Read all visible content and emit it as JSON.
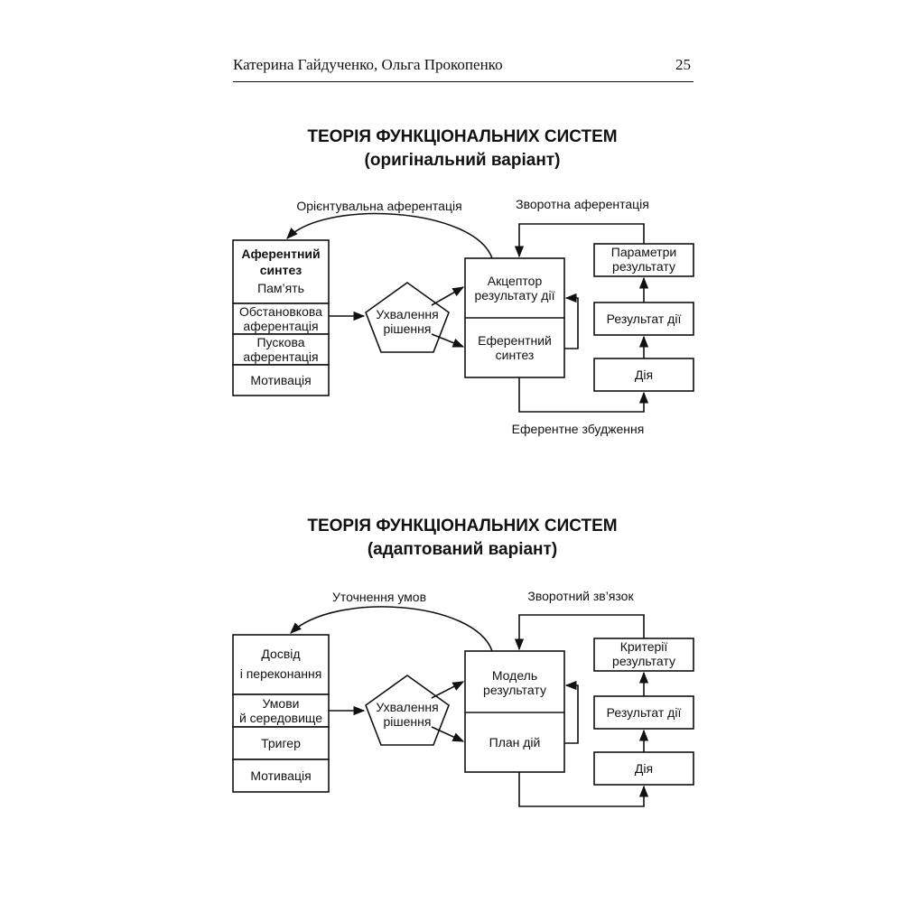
{
  "header": {
    "author": "Катерина Гайдученко, Ольга Прокопенко",
    "page_number": "25"
  },
  "diagram1": {
    "title": "ТЕОРІЯ ФУНКЦІОНАЛЬНИХ СИСТЕМ",
    "subtitle": "(оригінальний варіант)",
    "top_left_arrow_label": "Орієнтувальна аферентація",
    "top_right_arrow_label": "Зворотна аферентація",
    "bottom_arrow_label": "Еферентне збудження",
    "left_stack": {
      "head_line1": "Аферентний",
      "head_line2": "синтез",
      "head_line3": "Пам’ять",
      "item2_line1": "Обстановкова",
      "item2_line2": "аферентація",
      "item3_line1": "Пускова",
      "item3_line2": "аферентація",
      "item4": "Мотивація"
    },
    "decision_line1": "Ухвалення",
    "decision_line2": "рішення",
    "center_top_line1": "Акцептор",
    "center_top_line2": "результату дії",
    "center_bottom_line1": "Еферентний",
    "center_bottom_line2": "синтез",
    "right_top_line1": "Параметри",
    "right_top_line2": "результату",
    "right_middle": "Результат дії",
    "right_bottom": "Дія"
  },
  "diagram2": {
    "title": "ТЕОРІЯ ФУНКЦІОНАЛЬНИХ СИСТЕМ",
    "subtitle": "(адаптований варіант)",
    "top_left_arrow_label": "Уточнення умов",
    "top_right_arrow_label": "Зворотний зв’язок",
    "left_stack": {
      "item1_line1": "Досвід",
      "item1_line2": "і переконання",
      "item2_line1": "Умови",
      "item2_line2": "й середовище",
      "item3": "Тригер",
      "item4": "Мотивація"
    },
    "decision_line1": "Ухвалення",
    "decision_line2": "рішення",
    "center_top_line1": "Модель",
    "center_top_line2": "результату",
    "center_bottom": "План дій",
    "right_top_line1": "Критерії",
    "right_top_line2": "результату",
    "right_middle": "Результат дії",
    "right_bottom": "Дія"
  }
}
